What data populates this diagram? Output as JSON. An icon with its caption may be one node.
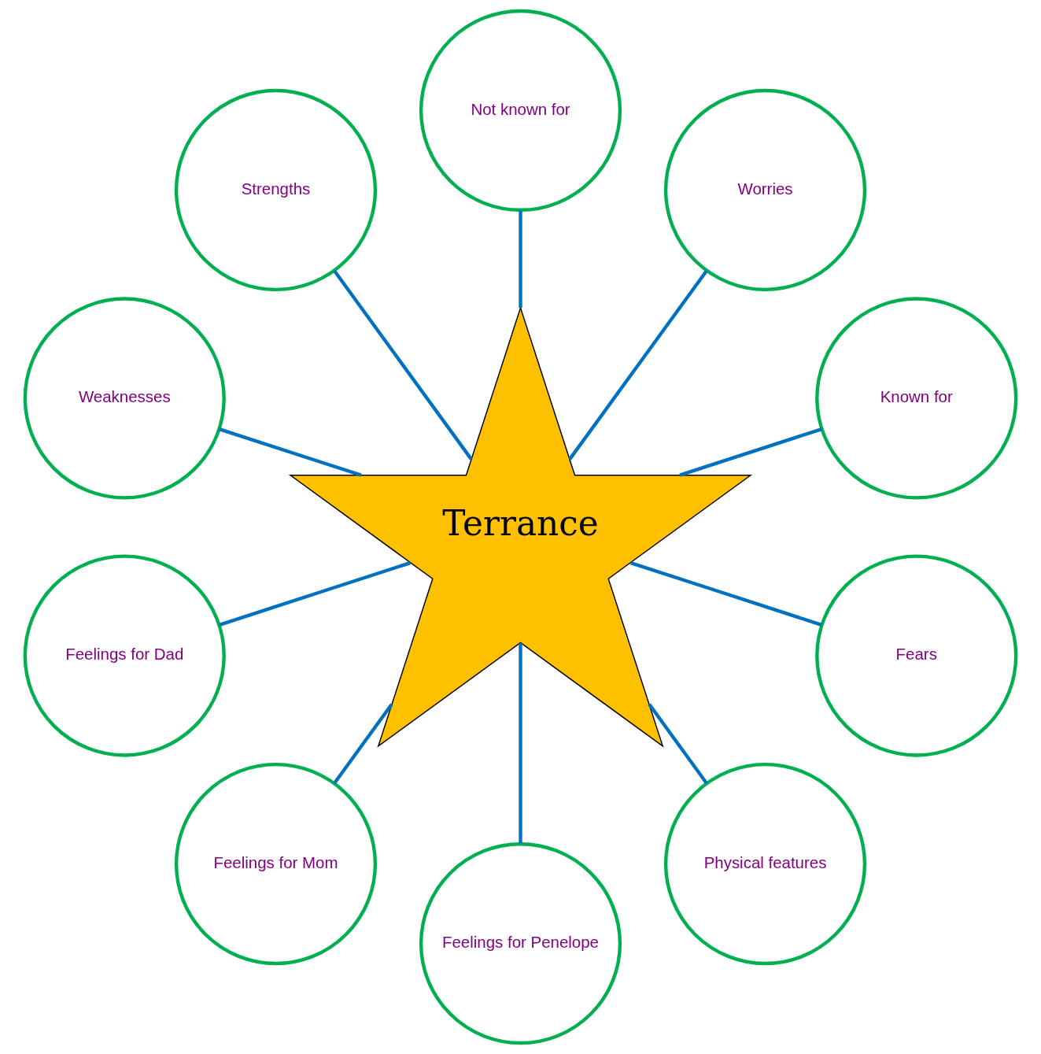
{
  "diagram": {
    "nodes": [
      {
        "text": [
          "Terrance"
        ]
      },
      {
        "text": [
          "Known for"
        ]
      },
      {
        "text": [
          "Worries"
        ]
      },
      {
        "text": [
          "Not known for"
        ]
      },
      {
        "text": [
          "Strengths"
        ]
      },
      {
        "text": [
          "Weaknesses"
        ]
      },
      {
        "text": [
          "Feelings for Dad"
        ]
      },
      {
        "text": [
          "Feelings for Mom"
        ]
      },
      {
        "text": [
          "Feelings for Penelope"
        ]
      },
      {
        "text": [
          "Physical features"
        ]
      },
      {
        "text": [
          "Fears"
        ]
      }
    ],
    "edges": [
      {
        "from": 0,
        "to": 1,
        "arrow": "none"
      },
      {
        "from": 0,
        "to": 2,
        "arrow": "none"
      },
      {
        "from": 0,
        "to": 3,
        "arrow": "none"
      },
      {
        "from": 0,
        "to": 4,
        "arrow": "none"
      },
      {
        "from": 0,
        "to": 5,
        "arrow": "none"
      },
      {
        "from": 0,
        "to": 6,
        "arrow": "none"
      },
      {
        "from": 0,
        "to": 7,
        "arrow": "none"
      },
      {
        "from": 0,
        "to": 8,
        "arrow": "none"
      },
      {
        "from": 0,
        "to": 9,
        "arrow": "none"
      },
      {
        "from": 0,
        "to": 10,
        "arrow": "none"
      }
    ]
  }
}
